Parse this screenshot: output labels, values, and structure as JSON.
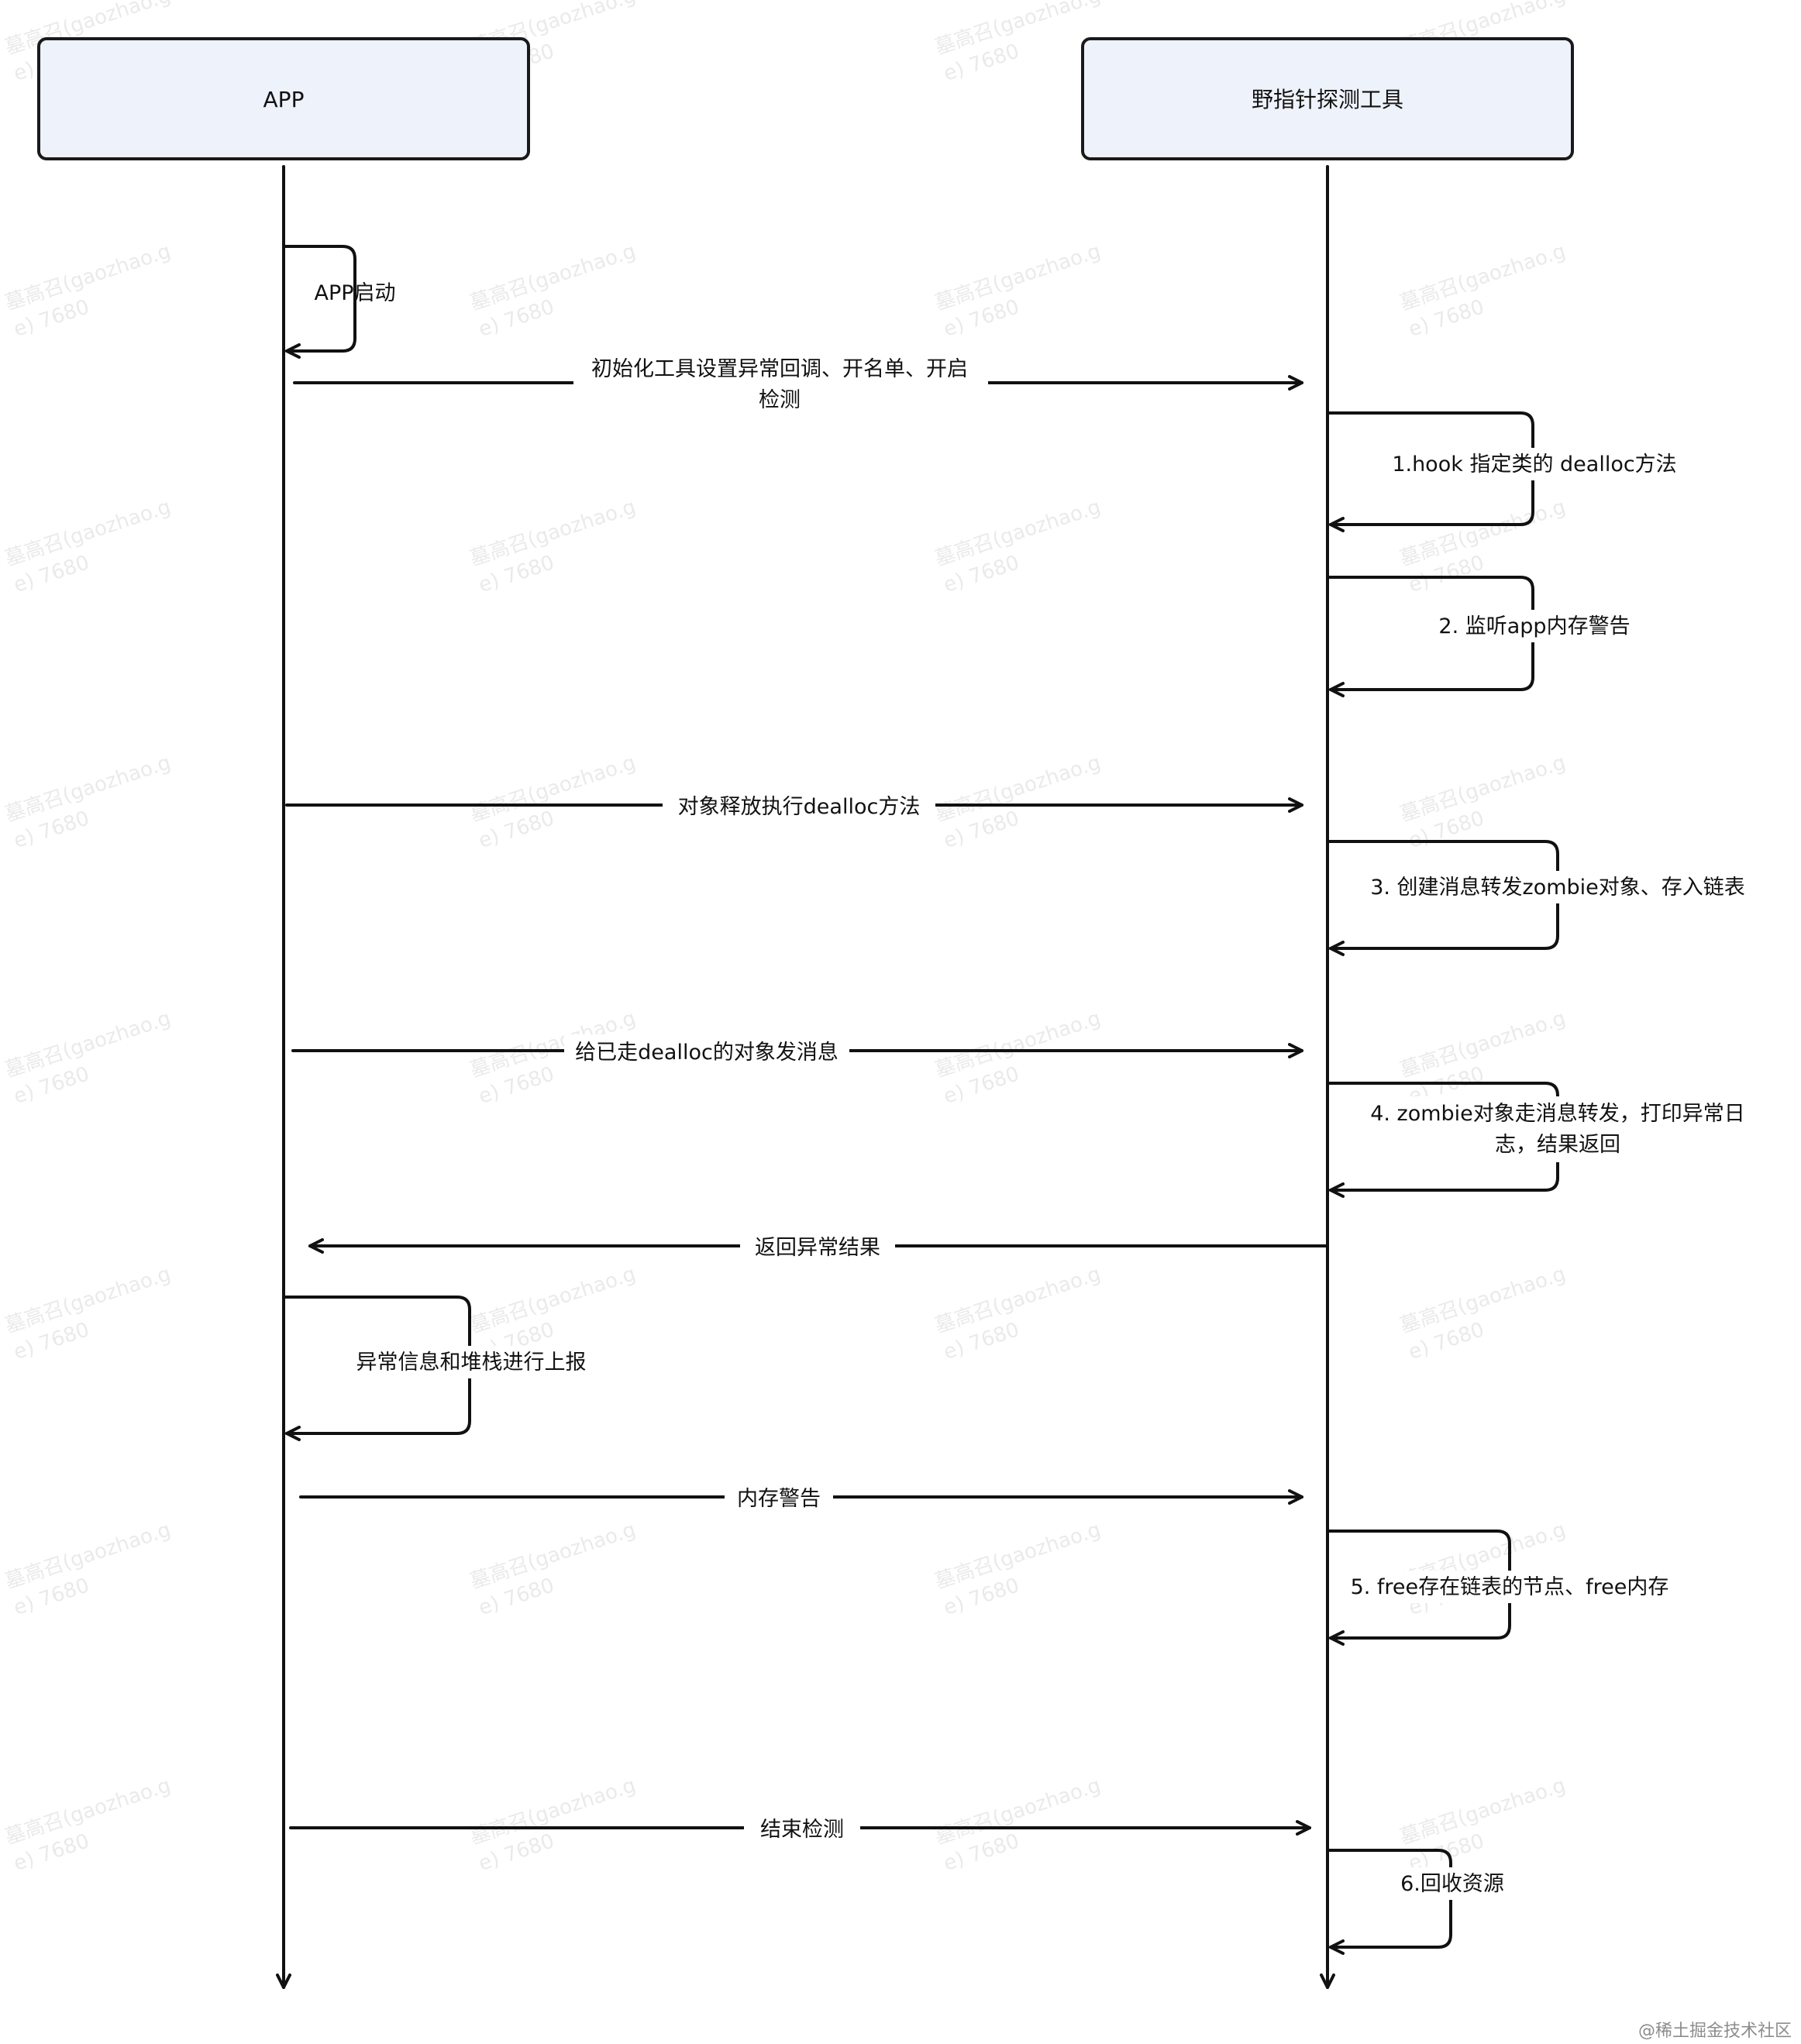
{
  "actors": {
    "app": "APP",
    "tool": "野指针探测工具"
  },
  "messages": {
    "m1": "APP启动",
    "m2_line1": "初始化工具设置异常回调、开名单、开启",
    "m2_line2": "检测",
    "m3": "1.hook 指定类的 dealloc方法",
    "m4": "2. 监听app内存警告",
    "m5": "对象释放执行dealloc方法",
    "m6": "3. 创建消息转发zombie对象、存入链表",
    "m7": "给已走dealloc的对象发消息",
    "m8_line1": "4. zombie对象走消息转发，打印异常日",
    "m8_line2": "志，结果返回",
    "m9": "返回异常结果",
    "m10": "异常信息和堆栈进行上报",
    "m11": "内存警告",
    "m12": "5. free存在链表的节点、free内存",
    "m13": "结束检测",
    "m14": "6.回收资源"
  },
  "watermark": {
    "line1": "墓高召(gaozhao.g",
    "line2": "e) 7680"
  },
  "footer": "@稀土掘金技术社区"
}
